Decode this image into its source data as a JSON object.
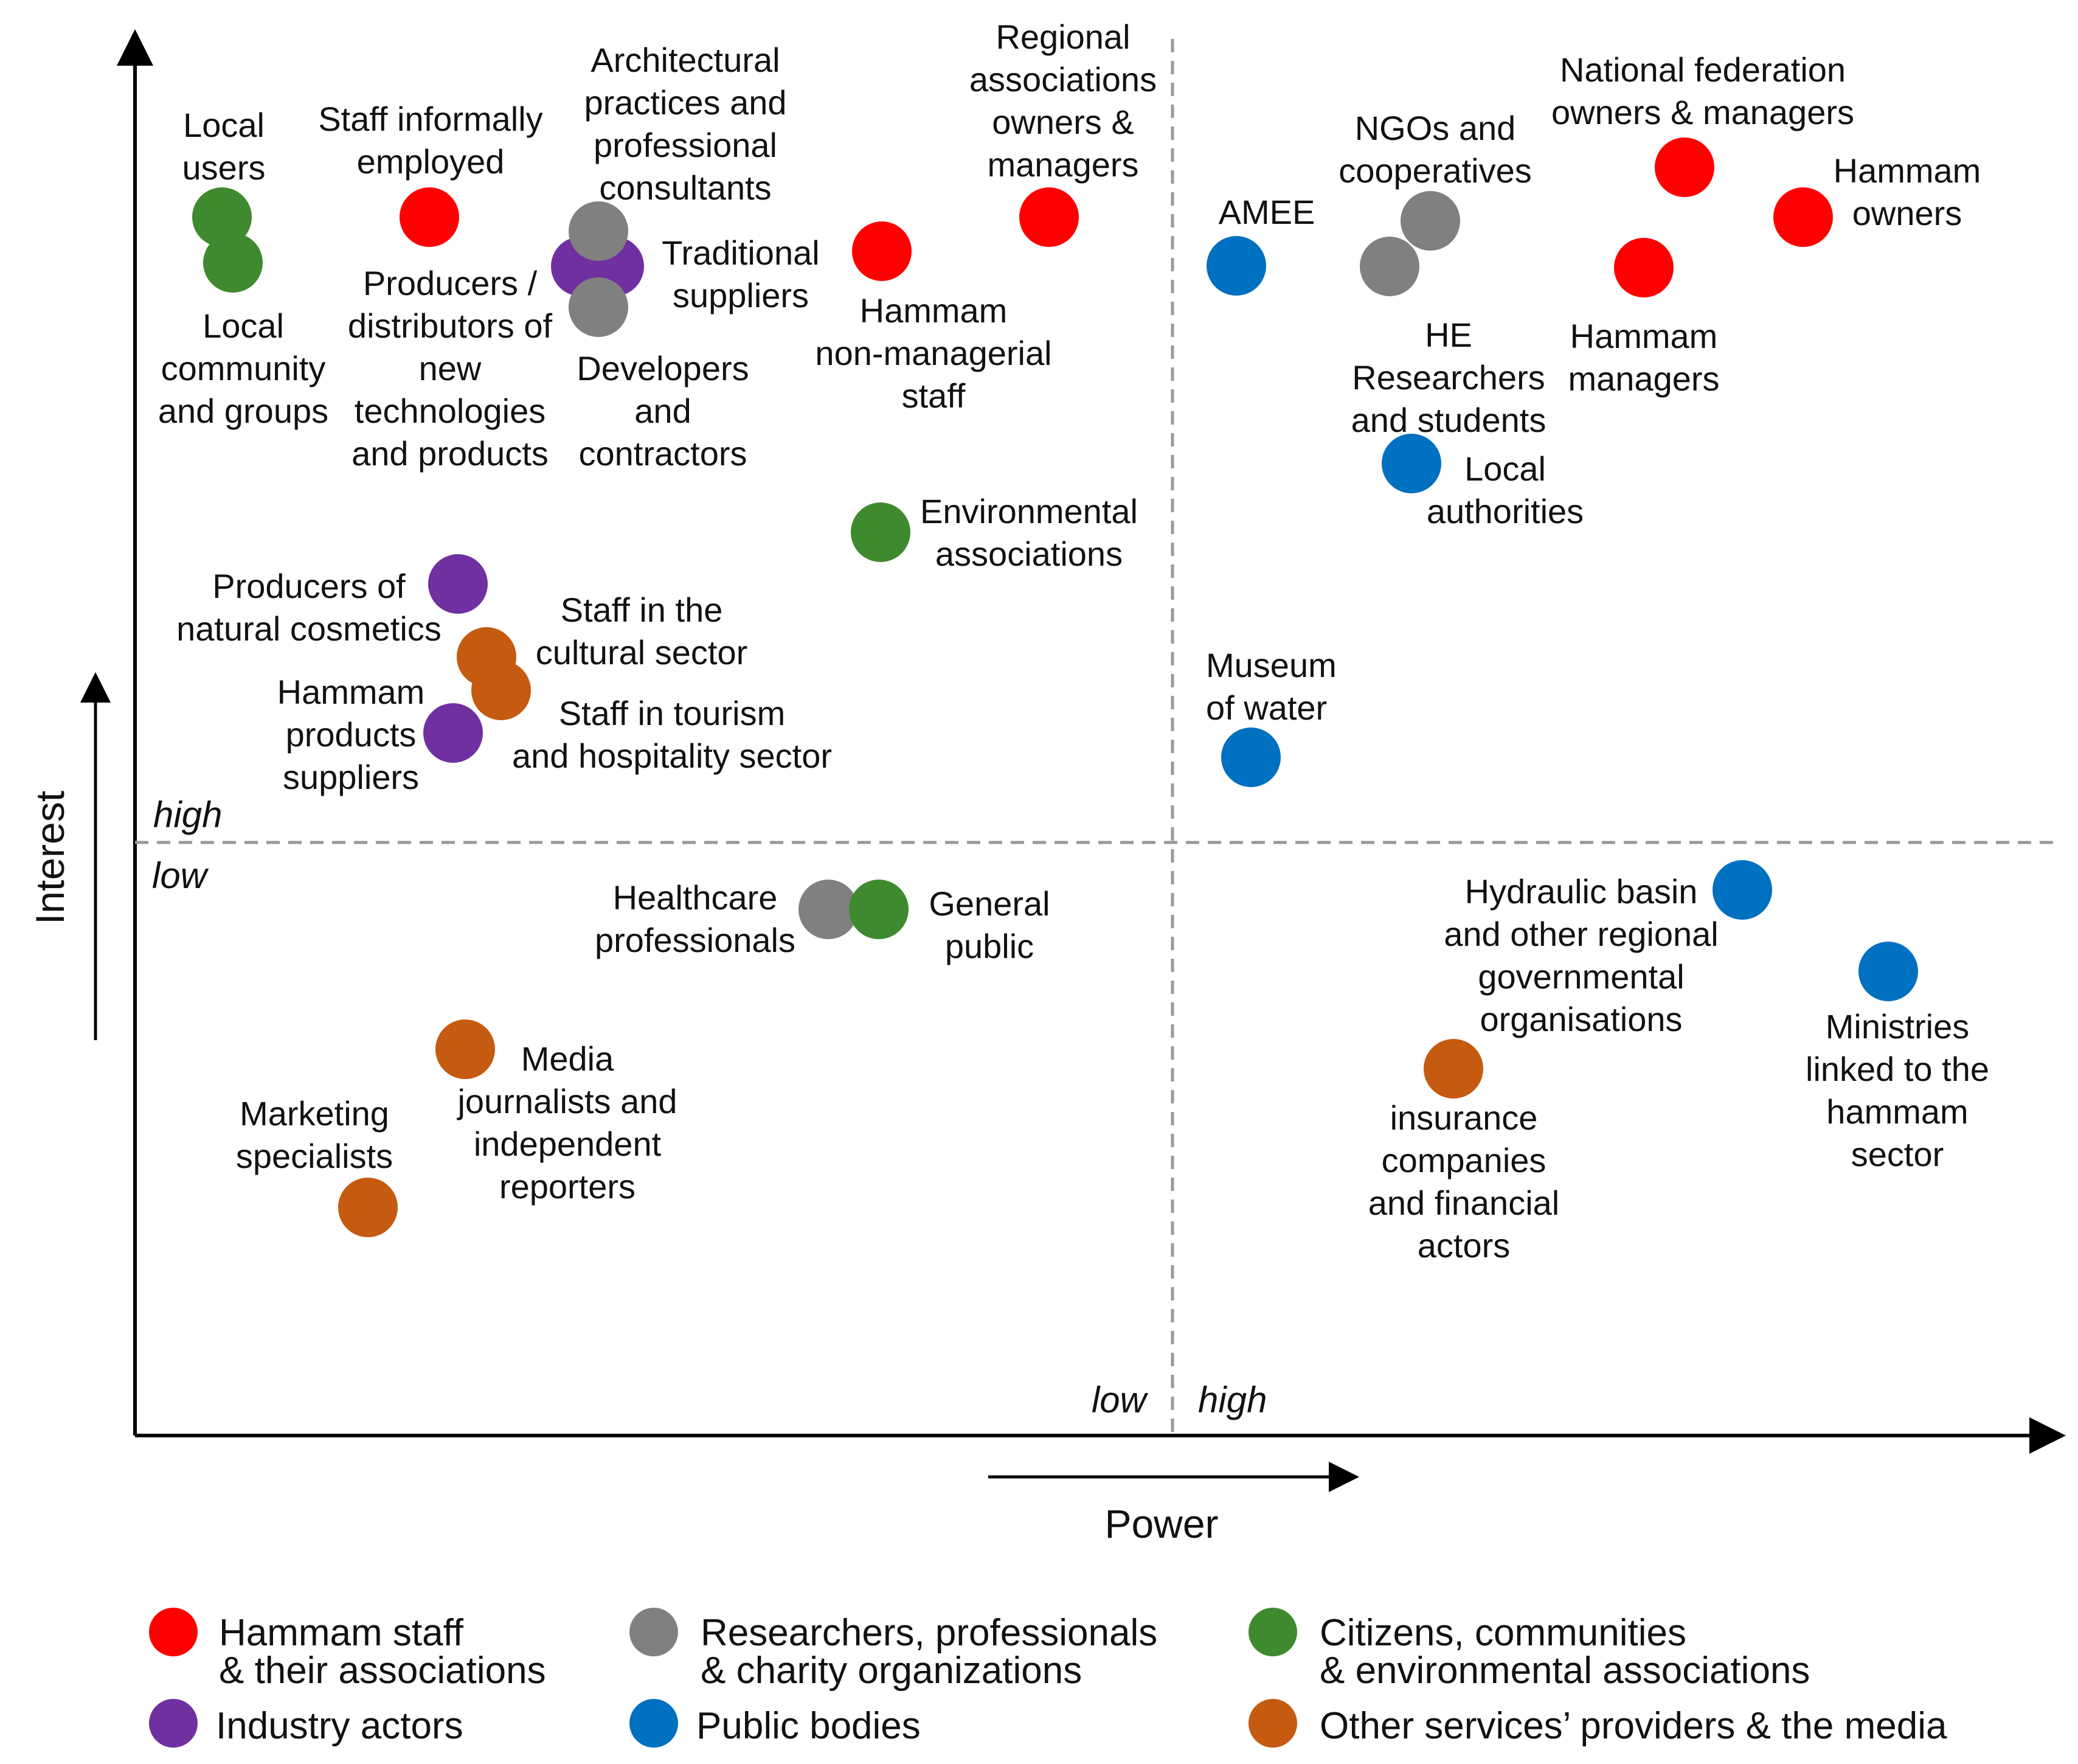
{
  "axes": {
    "x_title": "Power",
    "y_title": "Interest",
    "x_low": "low",
    "x_high": "high",
    "y_low": "low",
    "y_high": "high"
  },
  "groups": [
    {
      "id": "staff",
      "color": "#ff0000",
      "label_lines": [
        "Hammam staff",
        "& their associations"
      ]
    },
    {
      "id": "research",
      "color": "#808080",
      "label_lines": [
        "Researchers, professionals",
        "& charity organizations"
      ]
    },
    {
      "id": "citizens",
      "color": "#3f8a2e",
      "label_lines": [
        "Citizens, communities",
        "& environmental associations"
      ]
    },
    {
      "id": "industry",
      "color": "#7030a0",
      "label_lines": [
        "Industry actors"
      ]
    },
    {
      "id": "public",
      "color": "#0070c0",
      "label_lines": [
        "Public bodies"
      ]
    },
    {
      "id": "services",
      "color": "#c55a11",
      "label_lines": [
        "Other services’ providers & the media"
      ]
    }
  ],
  "stakeholders": [
    {
      "name": "local-users",
      "group": "citizens",
      "lines": [
        "Local",
        "users"
      ]
    },
    {
      "name": "local-community",
      "group": "citizens",
      "lines": [
        "Local",
        "community",
        "and groups"
      ]
    },
    {
      "name": "staff-informally-employed",
      "group": "staff",
      "lines": [
        "Staff informally",
        "employed"
      ]
    },
    {
      "name": "producers-distributors",
      "group": "industry",
      "lines": [
        "Producers /",
        "distributors of",
        "new",
        "technologies",
        "and products"
      ]
    },
    {
      "name": "traditional-suppliers",
      "group": "industry",
      "lines": [
        "Traditional",
        "suppliers"
      ]
    },
    {
      "name": "architectural-practices",
      "group": "research",
      "lines": [
        "Architectural",
        "practices and",
        "professional",
        "consultants"
      ]
    },
    {
      "name": "developers-contractors",
      "group": "research",
      "lines": [
        "Developers",
        "and",
        "contractors"
      ]
    },
    {
      "name": "hammam-non-managerial-staff",
      "group": "staff",
      "lines": [
        "Hammam",
        "non-managerial",
        "staff"
      ]
    },
    {
      "name": "regional-associations",
      "group": "staff",
      "lines": [
        "Regional",
        "associations",
        "owners &",
        "managers"
      ]
    },
    {
      "name": "environmental-associations",
      "group": "citizens",
      "lines": [
        "Environmental",
        "associations"
      ]
    },
    {
      "name": "producers-natural-cosmetics",
      "group": "industry",
      "lines": [
        "Producers of",
        "natural cosmetics"
      ]
    },
    {
      "name": "staff-cultural-sector",
      "group": "services",
      "lines": [
        "Staff in the",
        "cultural sector"
      ]
    },
    {
      "name": "staff-tourism",
      "group": "services",
      "lines": [
        "Staff in tourism",
        "and hospitality sector"
      ]
    },
    {
      "name": "hammam-products-suppliers",
      "group": "industry",
      "lines": [
        "Hammam",
        "products",
        "suppliers"
      ]
    },
    {
      "name": "amee",
      "group": "public",
      "lines": [
        "AMEE"
      ]
    },
    {
      "name": "ngos-cooperatives",
      "group": "research",
      "lines": [
        "NGOs and",
        "cooperatives"
      ]
    },
    {
      "name": "he-researchers",
      "group": "research",
      "lines": [
        "HE",
        "Researchers",
        "and students"
      ]
    },
    {
      "name": "national-federation",
      "group": "staff",
      "lines": [
        "National federation",
        "owners & managers"
      ]
    },
    {
      "name": "hammam-owners",
      "group": "staff",
      "lines": [
        "Hammam",
        "owners"
      ]
    },
    {
      "name": "hammam-managers",
      "group": "staff",
      "lines": [
        "Hammam",
        "managers"
      ]
    },
    {
      "name": "local-authorities",
      "group": "public",
      "lines": [
        "Local",
        "authorities"
      ]
    },
    {
      "name": "museum-of-water",
      "group": "public",
      "lines": [
        "Museum",
        "of water"
      ]
    },
    {
      "name": "healthcare-professionals",
      "group": "research",
      "lines": [
        "Healthcare",
        "professionals"
      ]
    },
    {
      "name": "general-public",
      "group": "citizens",
      "lines": [
        "General",
        "public"
      ]
    },
    {
      "name": "media",
      "group": "services",
      "lines": [
        "Media",
        "journalists and",
        "independent",
        "reporters"
      ]
    },
    {
      "name": "marketing-specialists",
      "group": "services",
      "lines": [
        "Marketing",
        "specialists"
      ]
    },
    {
      "name": "hydraulic-basin",
      "group": "public",
      "lines": [
        "Hydraulic basin",
        "and other regional",
        "governmental",
        "organisations"
      ]
    },
    {
      "name": "ministries",
      "group": "public",
      "lines": [
        "Ministries",
        "linked to the",
        "hammam",
        "sector"
      ]
    },
    {
      "name": "insurance-companies",
      "group": "services",
      "lines": [
        "insurance",
        "companies",
        "and financial",
        "actors"
      ]
    }
  ]
}
